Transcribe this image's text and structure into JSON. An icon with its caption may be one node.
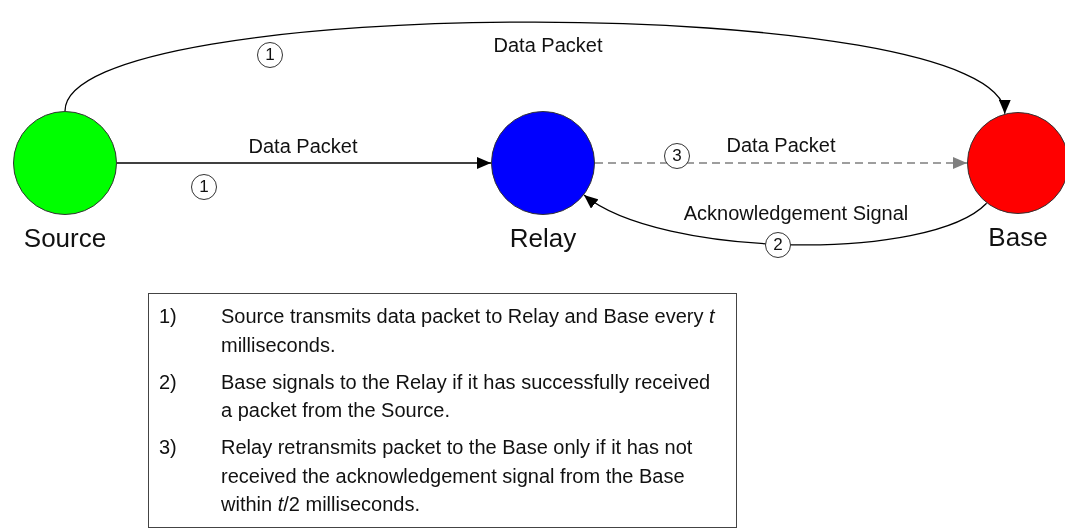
{
  "diagram": {
    "nodes": [
      {
        "text": [
          "Source"
        ]
      },
      {
        "text": [
          "Relay"
        ]
      },
      {
        "text": [
          "Base"
        ]
      },
      {
        "text": [
          "1)",
          "Source transmits data packet to Relay and Base every *t* milliseconds.",
          "2)",
          "Base signals to the Relay if it has successfully received a packet from the Source.",
          "3)",
          "Relay retransmits packet to the Base only if it has not received the acknowledgement signal from the Base within *t*/2 milliseconds."
        ]
      }
    ],
    "edges": [
      {
        "from": 0,
        "to": 2,
        "arrow": "to",
        "label": "Data Packet"
      },
      {
        "from": 0,
        "to": 1,
        "arrow": "to",
        "label": "Data Packet"
      },
      {
        "from": 1,
        "to": 2,
        "arrow": "to",
        "label": "Data Packet",
        "style": "dashed",
        "color": "#7f7f7f"
      },
      {
        "from": 2,
        "to": 1,
        "arrow": "to",
        "label": "Acknowledgement Signal"
      }
    ],
    "labels": [
      "1",
      "1",
      "3",
      "2"
    ]
  }
}
